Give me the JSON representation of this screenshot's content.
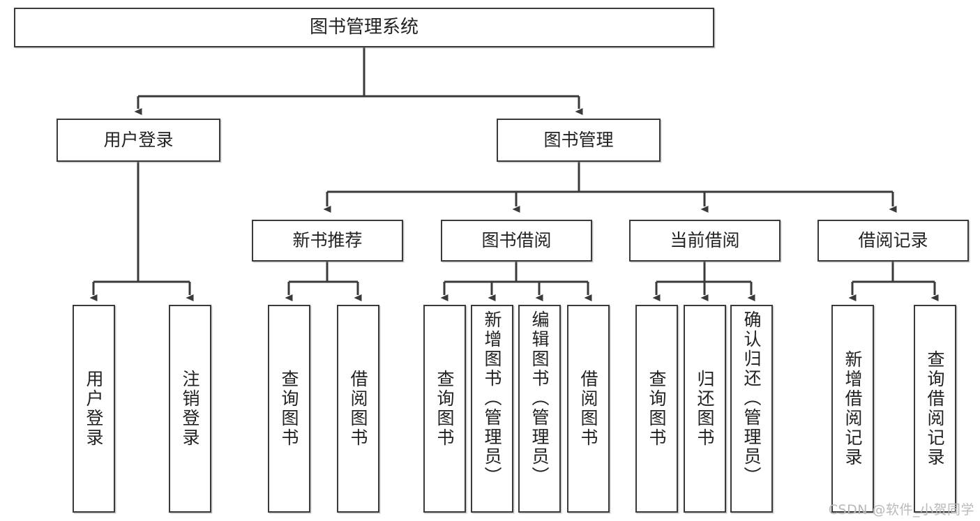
{
  "diagram": {
    "title": "图书管理系统",
    "type": "hierarchy-tree",
    "watermark": "CSDN @软件_小贺同学",
    "colors": {
      "box_border": "#3a3a3a",
      "box_fill": "#ffffff",
      "connector": "#3a3a3a",
      "text": "#222222",
      "watermark": "#b9b9b9"
    },
    "levels": {
      "level1": [
        "图书管理系统"
      ],
      "level2": [
        "用户登录",
        "图书管理"
      ],
      "level3": [
        "新书推荐",
        "图书借阅",
        "当前借阅",
        "借阅记录"
      ],
      "level4": [
        "用户登录",
        "注销登录",
        "查询图书",
        "借阅图书",
        "查询图书",
        "新增图书（管理员）",
        "编辑图书（管理员）",
        "借阅图书",
        "查询图书",
        "归还图书",
        "确认归还（管理员）",
        "新增借阅记录",
        "查询借阅记录"
      ]
    },
    "nodes": {
      "root": "图书管理系统",
      "user_login": "用户登录",
      "book_manage": "图书管理",
      "new_book_rec": "新书推荐",
      "book_borrow": "图书借阅",
      "current_borrow": "当前借阅",
      "borrow_record": "借阅记录",
      "leaf_user_login": "用户登录",
      "leaf_logout": "注销登录",
      "leaf_query_book_1": "查询图书",
      "leaf_borrow_book_1": "借阅图书",
      "leaf_query_book_2": "查询图书",
      "leaf_add_book_admin": "新增图书（管理员）",
      "leaf_edit_book_admin": "编辑图书（管理员）",
      "leaf_borrow_book_2": "借阅图书",
      "leaf_query_book_3": "查询图书",
      "leaf_return_book": "归还图书",
      "leaf_confirm_return_admin": "确认归还（管理员）",
      "leaf_add_record": "新增借阅记录",
      "leaf_query_record": "查询借阅记录"
    }
  }
}
